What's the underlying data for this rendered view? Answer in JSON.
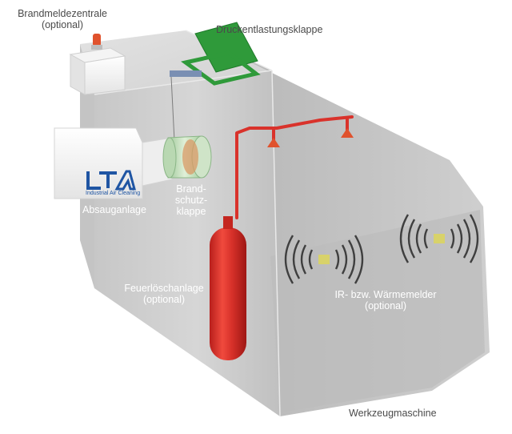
{
  "labels": {
    "brandmeldezentrale": {
      "line1": "Brandmeldezentrale",
      "line2": "(optional)"
    },
    "druckentlastungsklappe": "Druckentlastungsklappe",
    "absauganlage": "Absauganlage",
    "brandschutzklappe": {
      "line1": "Brand-",
      "line2": "schutz-",
      "line3": "klappe"
    },
    "feuerloeschanlage": {
      "line1": "Feuerlöschanlage",
      "line2": "(optional)"
    },
    "waermemelder": {
      "line1": "IR- bzw. Wärmemelder",
      "line2": "(optional)"
    },
    "werkzeugmaschine": "Werkzeugmaschine"
  },
  "logo": {
    "letters": "LTA",
    "tagline": "Industrial Air Cleaning",
    "color": "#1f55a3"
  },
  "colors": {
    "extinguisher": "#d9322b",
    "pressure_flap": "#2f9a3a",
    "housing": "#c9c9c9",
    "alarm_light": "#e0522d"
  }
}
